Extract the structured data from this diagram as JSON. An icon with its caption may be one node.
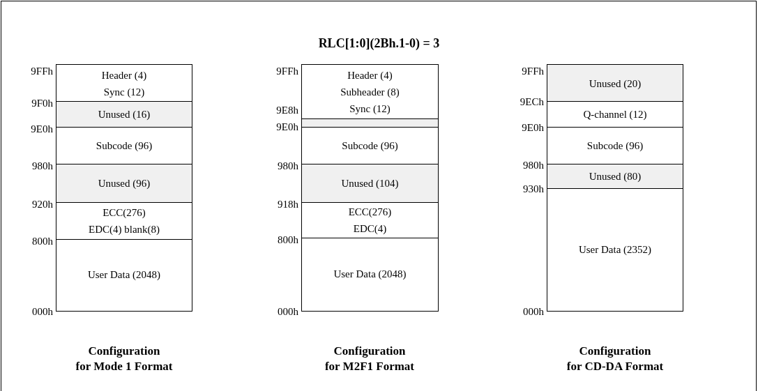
{
  "diagram": {
    "title": "RLC[1:0](2Bh.1-0) = 3",
    "nodes": [
      {
        "text": [],
        "shape": "box"
      },
      {
        "text": [
          "Header (4)",
          "Sync (12)"
        ],
        "in": 0
      },
      {
        "text": [
          "Unused (16)"
        ],
        "in": 0
      },
      {
        "text": [
          "Subcode (96)"
        ],
        "in": 0
      },
      {
        "text": [
          "Unused (96)"
        ],
        "in": 0
      },
      {
        "text": [
          "ECC(276)",
          "EDC(4) blank(8)"
        ],
        "in": 0
      },
      {
        "text": [
          "User Data (2048)"
        ],
        "in": 0
      },
      {
        "text": [],
        "shape": "box"
      },
      {
        "text": [
          "Header (4)",
          "Subheader (8)",
          "Sync (12)"
        ],
        "in": 7
      },
      {
        "text": [],
        "shape": "box",
        "in": 7
      },
      {
        "text": [
          "Subcode (96)"
        ],
        "in": 7
      },
      {
        "text": [
          "Unused (104)"
        ],
        "in": 7
      },
      {
        "text": [
          "ECC(276)",
          "EDC(4)"
        ],
        "in": 7
      },
      {
        "text": [
          "User Data (2048)"
        ],
        "in": 7
      },
      {
        "text": [],
        "shape": "box"
      },
      {
        "text": [
          "Unused (20)"
        ],
        "in": 14
      },
      {
        "text": [
          "Q-channel (12)"
        ],
        "in": 14
      },
      {
        "text": [
          "Subcode (96)"
        ],
        "in": 14
      },
      {
        "text": [
          "Unused (80)"
        ],
        "in": 14
      },
      {
        "text": [
          "User Data (2352)"
        ],
        "in": 14
      }
    ],
    "labels": [
      "9FFh",
      "9F0h",
      "9E0h",
      "980h",
      "920h",
      "800h",
      "000h",
      "9FFh",
      "9E8h",
      "9E0h",
      "980h",
      "918h",
      "800h",
      "000h",
      "9FFh",
      "9ECh",
      "9E0h",
      "980h",
      "930h",
      "000h",
      "Configuration for Mode 1 Format",
      "Configuration for M2F1 Format",
      "Configuration for CD-DA Format"
    ]
  }
}
